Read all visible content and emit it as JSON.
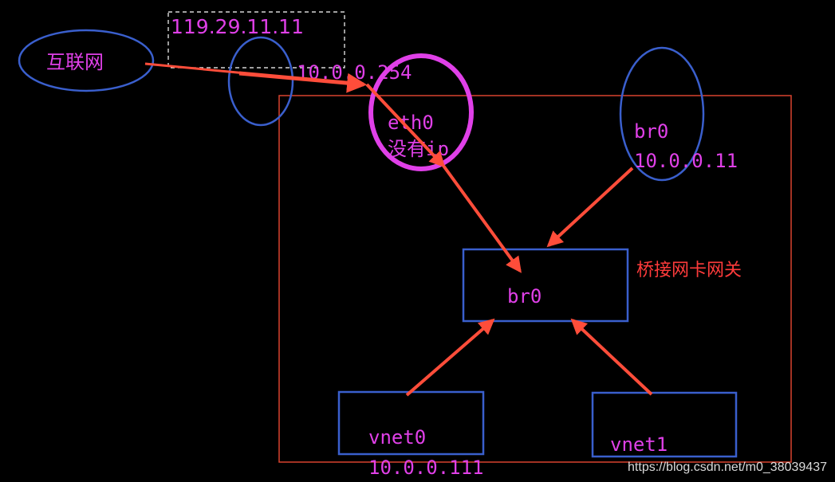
{
  "colors": {
    "background": "#000000",
    "blue": "#3a5fcd",
    "magenta": "#e040e8",
    "red_arrow": "#ff4d3a",
    "host_border": "#d9432f",
    "dashed": "#ffffff",
    "watermark": "#ffffff",
    "gateway_label": "#ff3b3b"
  },
  "internet": {
    "label": "互联网"
  },
  "public_ip": {
    "label": "119.29.11.11"
  },
  "gateway_ip": {
    "label": "10.0.0.254"
  },
  "eth0": {
    "name": "eth0",
    "note": "没有ip"
  },
  "br0_interface": {
    "name": "br0",
    "ip": "10.0.0.11"
  },
  "bridge": {
    "label": "br0",
    "caption": "桥接网卡网关"
  },
  "vnet0": {
    "name": "vnet0",
    "ip": "10.0.0.111"
  },
  "vnet1": {
    "name": "vnet1"
  },
  "watermark": {
    "text": "https://blog.csdn.net/m0_38039437"
  }
}
